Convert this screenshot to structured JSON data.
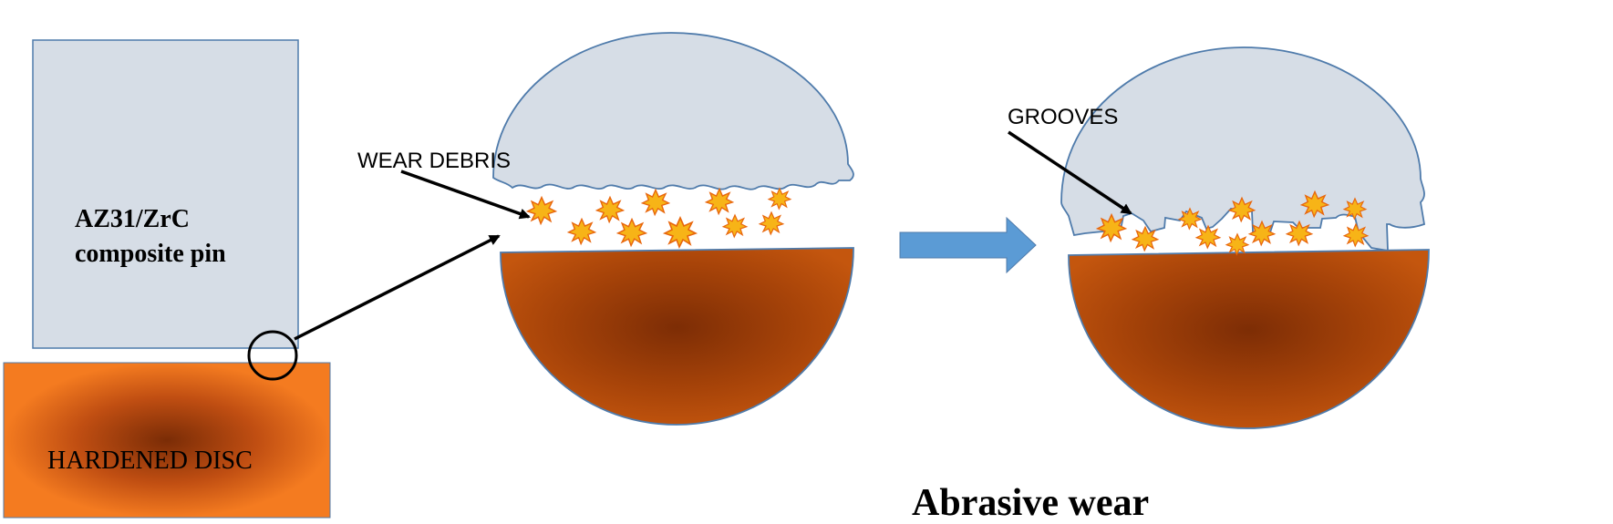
{
  "labels": {
    "pin": [
      "AZ31/ZrC",
      "composite pin"
    ],
    "disc": "HARDENED DISC",
    "wear_debris": "WEAR DEBRIS",
    "grooves": "GROOVES",
    "caption": "Abrasive wear"
  },
  "colors": {
    "pin_fill": "#d6dde6",
    "outline": "#4f7bab",
    "disc_center": "#7a2c06",
    "disc_edge": "#f47b20",
    "hemisphere_center": "#7d2d05",
    "hemisphere_edge": "#c4560e",
    "particle_fill": "#f7b417",
    "particle_stroke": "#e8660c",
    "arrow_fill": "#5b9bd5"
  },
  "icons": [
    "debris-particle-icon",
    "right-arrow-icon",
    "magnifier-circle-icon"
  ]
}
